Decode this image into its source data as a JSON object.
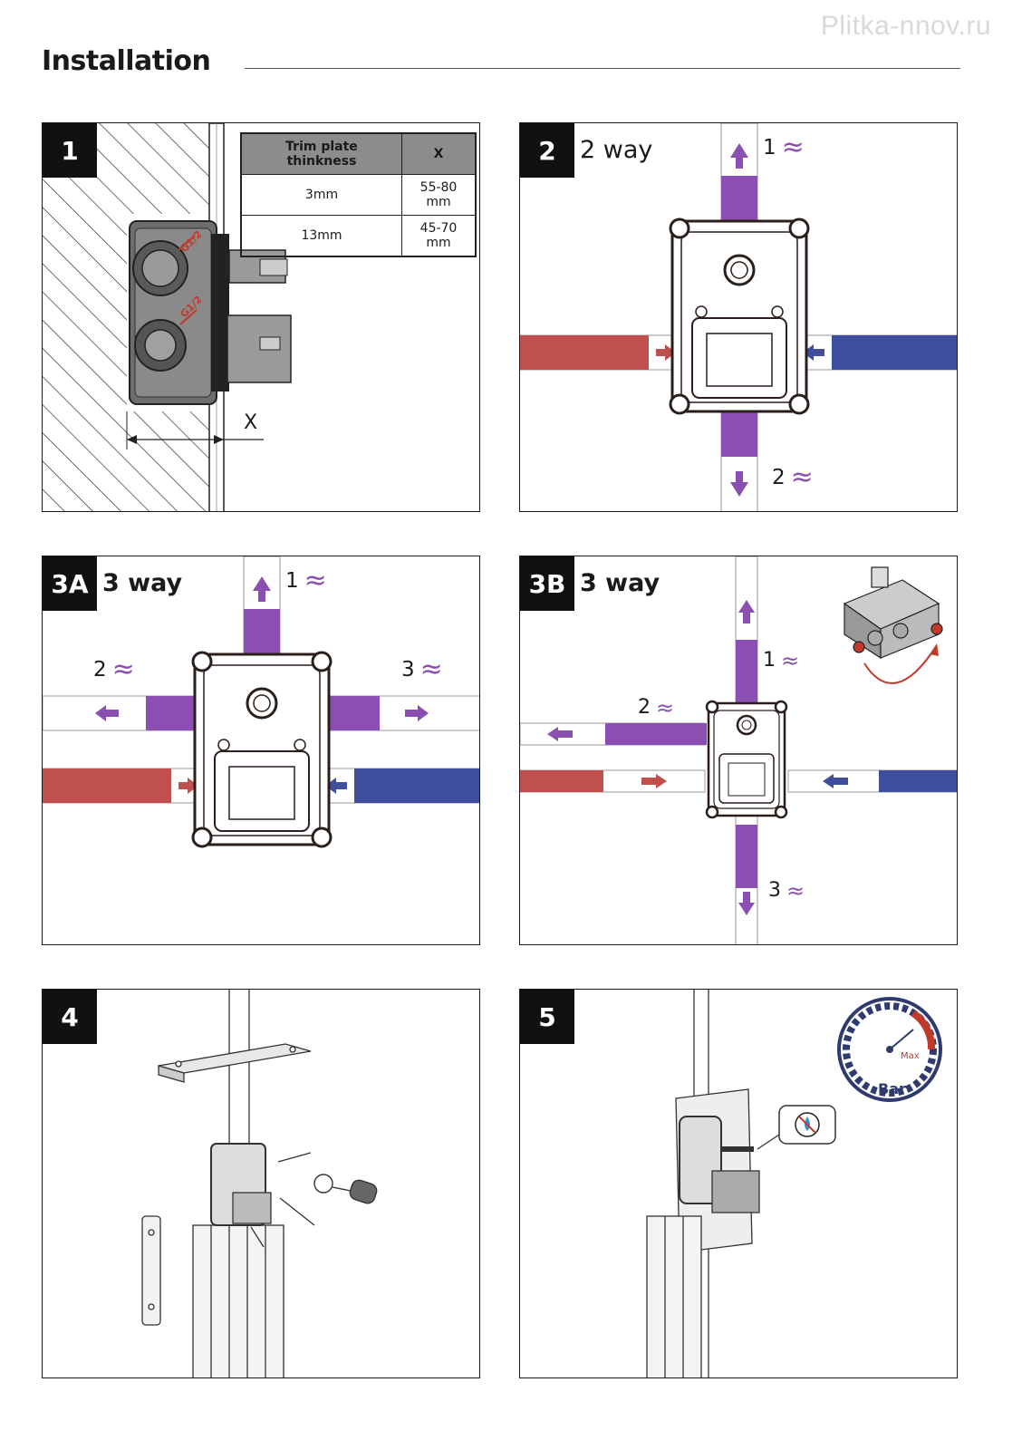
{
  "watermark": "Plitka-nnov.ru",
  "heading": "Installation",
  "panels": {
    "p1": {
      "number": "1",
      "table": {
        "headers": [
          "Trim plate thinkness",
          "X"
        ],
        "rows": [
          [
            "3mm",
            "55-80 mm"
          ],
          [
            "13mm",
            "45-70 mm"
          ]
        ]
      },
      "dimension_label": "X",
      "port_labels": [
        "G1/2",
        "G1/2"
      ]
    },
    "p2": {
      "number": "2",
      "title": "2 way",
      "outlets": [
        "1",
        "2"
      ]
    },
    "p3a": {
      "number": "3A",
      "title": "3 way",
      "outlets": [
        "1",
        "2",
        "3"
      ]
    },
    "p3b": {
      "number": "3B",
      "title": "3 way",
      "outlets": [
        "1",
        "2",
        "3"
      ]
    },
    "p4": {
      "number": "4"
    },
    "p5": {
      "number": "5",
      "gauge": {
        "max_label": "Max",
        "unit": "Bar"
      }
    }
  },
  "flow_symbol": "≈",
  "colors": {
    "hot": "#c0504d",
    "cold": "#3f4f9e",
    "mixed": "#8a4fb0",
    "ink": "#1a1a1a"
  },
  "icons": [
    "wall-hatch-icon",
    "valve-body-icon",
    "flow-arrow-icon",
    "screwdriver-icon",
    "pressure-gauge-icon",
    "no-water-icon"
  ]
}
